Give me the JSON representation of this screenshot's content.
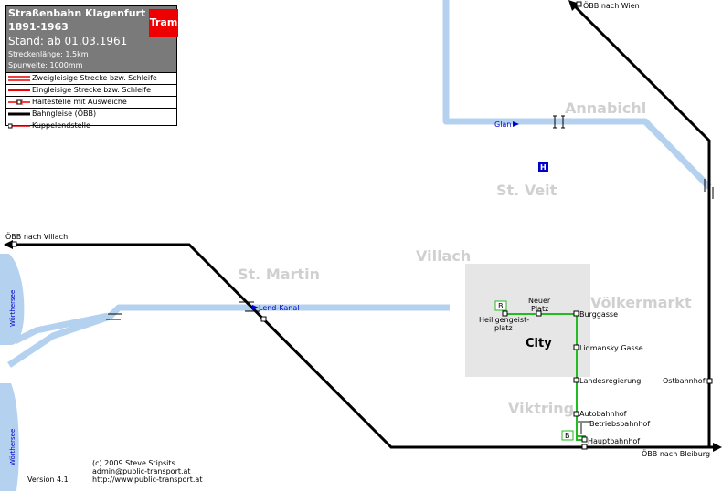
{
  "legend": {
    "title": "Straßenbahn Klagenfurt",
    "years": "1891-1963",
    "status": "Stand: ab 01.03.1961",
    "length": "Streckenlänge: 1,5km",
    "gauge": "Spurweite: 1000mm",
    "badge": "Tram",
    "items": [
      {
        "symbol": "double-red-line",
        "label": "Zweigleisige Strecke bzw. Schleife"
      },
      {
        "symbol": "single-red-line",
        "label": "Eingleisige Strecke bzw. Schleife"
      },
      {
        "symbol": "stop-with-passing-loop",
        "label": "Haltestelle mit Ausweiche"
      },
      {
        "symbol": "black-rail-line",
        "label": "Bahngleise (ÖBB)"
      },
      {
        "symbol": "coupling-terminal",
        "label": "Kuppelendstelle"
      }
    ]
  },
  "districts": {
    "annabichl": "Annabichl",
    "st_veit": "St. Veit",
    "villach": "Villach",
    "st_martin": "St. Martin",
    "voelkermarkt": "Völkermarkt",
    "viktring": "Viktring",
    "city": "City"
  },
  "rail_labels": {
    "wien": "ÖBB nach Wien",
    "villach": "ÖBB nach Villach",
    "bleiburg": "ÖBB nach Bleiburg",
    "ostbahnhof": "Ostbahnhof"
  },
  "water": {
    "glan": "Glan",
    "lend_kanal": "Lend-Kanal",
    "woerthersee_top": "Wörthersee",
    "woerthersee_bottom": "Wörthersee"
  },
  "stops": {
    "neuer_platz_1": "Neuer",
    "neuer_platz_2": "Platz",
    "heiligengeist_1": "Heiligengeist-",
    "heiligengeist_2": "platz",
    "burggasse": "Burggasse",
    "lidmansky": "Lidmansky Gasse",
    "landesregierung": "Landesregierung",
    "autobahnhof": "Autobahnhof",
    "betriebsbahnhof": "Betriebsbahnhof",
    "hauptbahnhof": "Hauptbahnhof"
  },
  "symbols": {
    "bus_b1": "B",
    "bus_b2": "B",
    "hospital": "H"
  },
  "credits": {
    "version": "Version 4.1",
    "copyright": "(c) 2009 Steve Stipsits",
    "email": "admin@public-transport.at",
    "url": "http://www.public-transport.at"
  },
  "colors": {
    "rail": "#000000",
    "tram": "#22bb22",
    "water": "#b4d2f0",
    "city_area": "#e6e6e6",
    "legend_red": "#ee0000",
    "legend_header": "#7a7a7a",
    "district_text": "#d0d0d0",
    "hospital_blue": "#0000cc"
  }
}
